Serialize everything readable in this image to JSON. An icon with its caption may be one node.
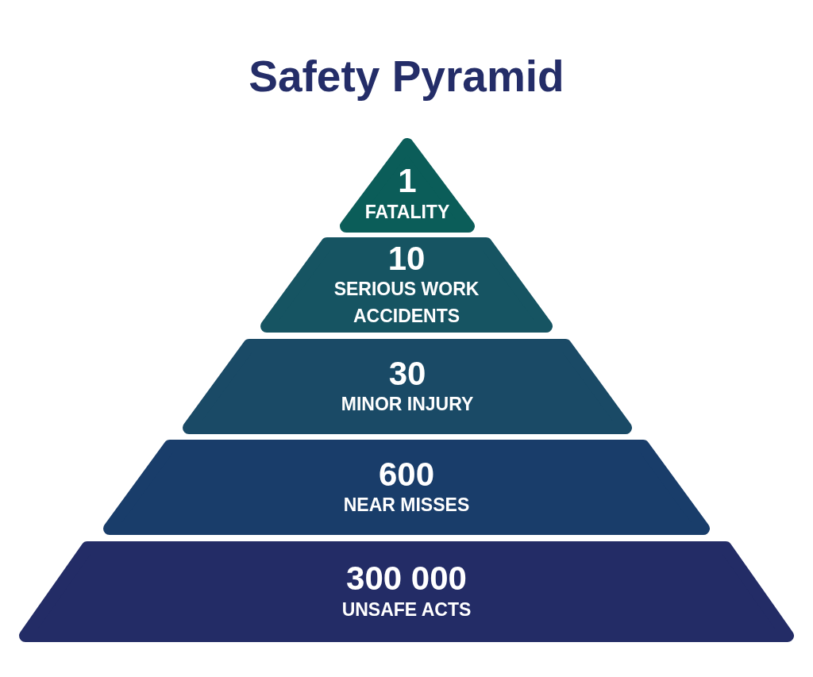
{
  "diagram": {
    "title": "Safety Pyramid",
    "nodes": [
      {
        "text": [
          "1",
          "FATALITY"
        ]
      },
      {
        "text": [
          "10",
          "SERIOUS WORK ACCIDENTS"
        ]
      },
      {
        "text": [
          "30",
          "MINOR INJURY"
        ]
      },
      {
        "text": [
          "600",
          "NEAR MISSES"
        ]
      },
      {
        "text": [
          "300 000",
          "UNSAFE ACTS"
        ]
      }
    ]
  }
}
